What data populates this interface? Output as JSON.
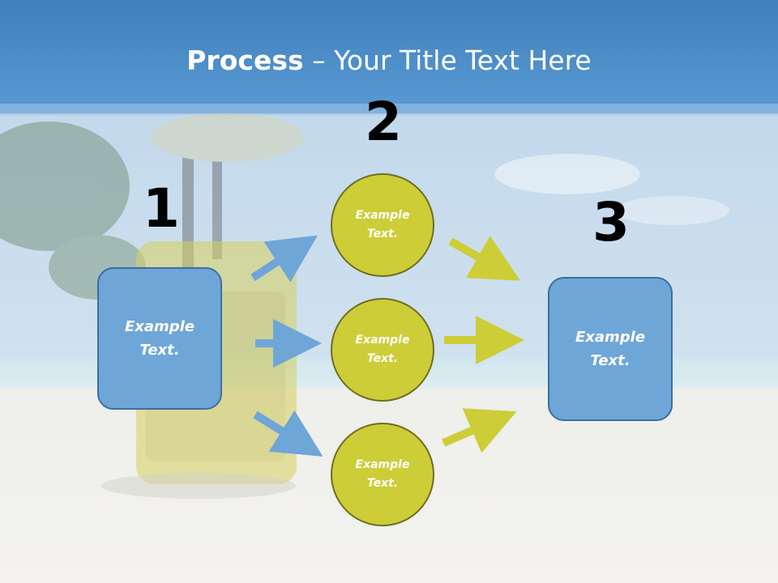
{
  "title": {
    "bold": "Process",
    "rest": " – Your Title Text Here"
  },
  "steps": [
    {
      "number": "1",
      "label": "Example\nText."
    },
    {
      "number": "2",
      "items": [
        "Example\nText.",
        "Example\nText.",
        "Example\nText."
      ]
    },
    {
      "number": "3",
      "label": "Example\nText."
    }
  ],
  "colors": {
    "box": "#6fa6d8",
    "circle": "#cdcd38",
    "arrow_blue": "#6fa6d8",
    "arrow_yellow": "#cdcd38",
    "header": "#4a8cc8"
  }
}
